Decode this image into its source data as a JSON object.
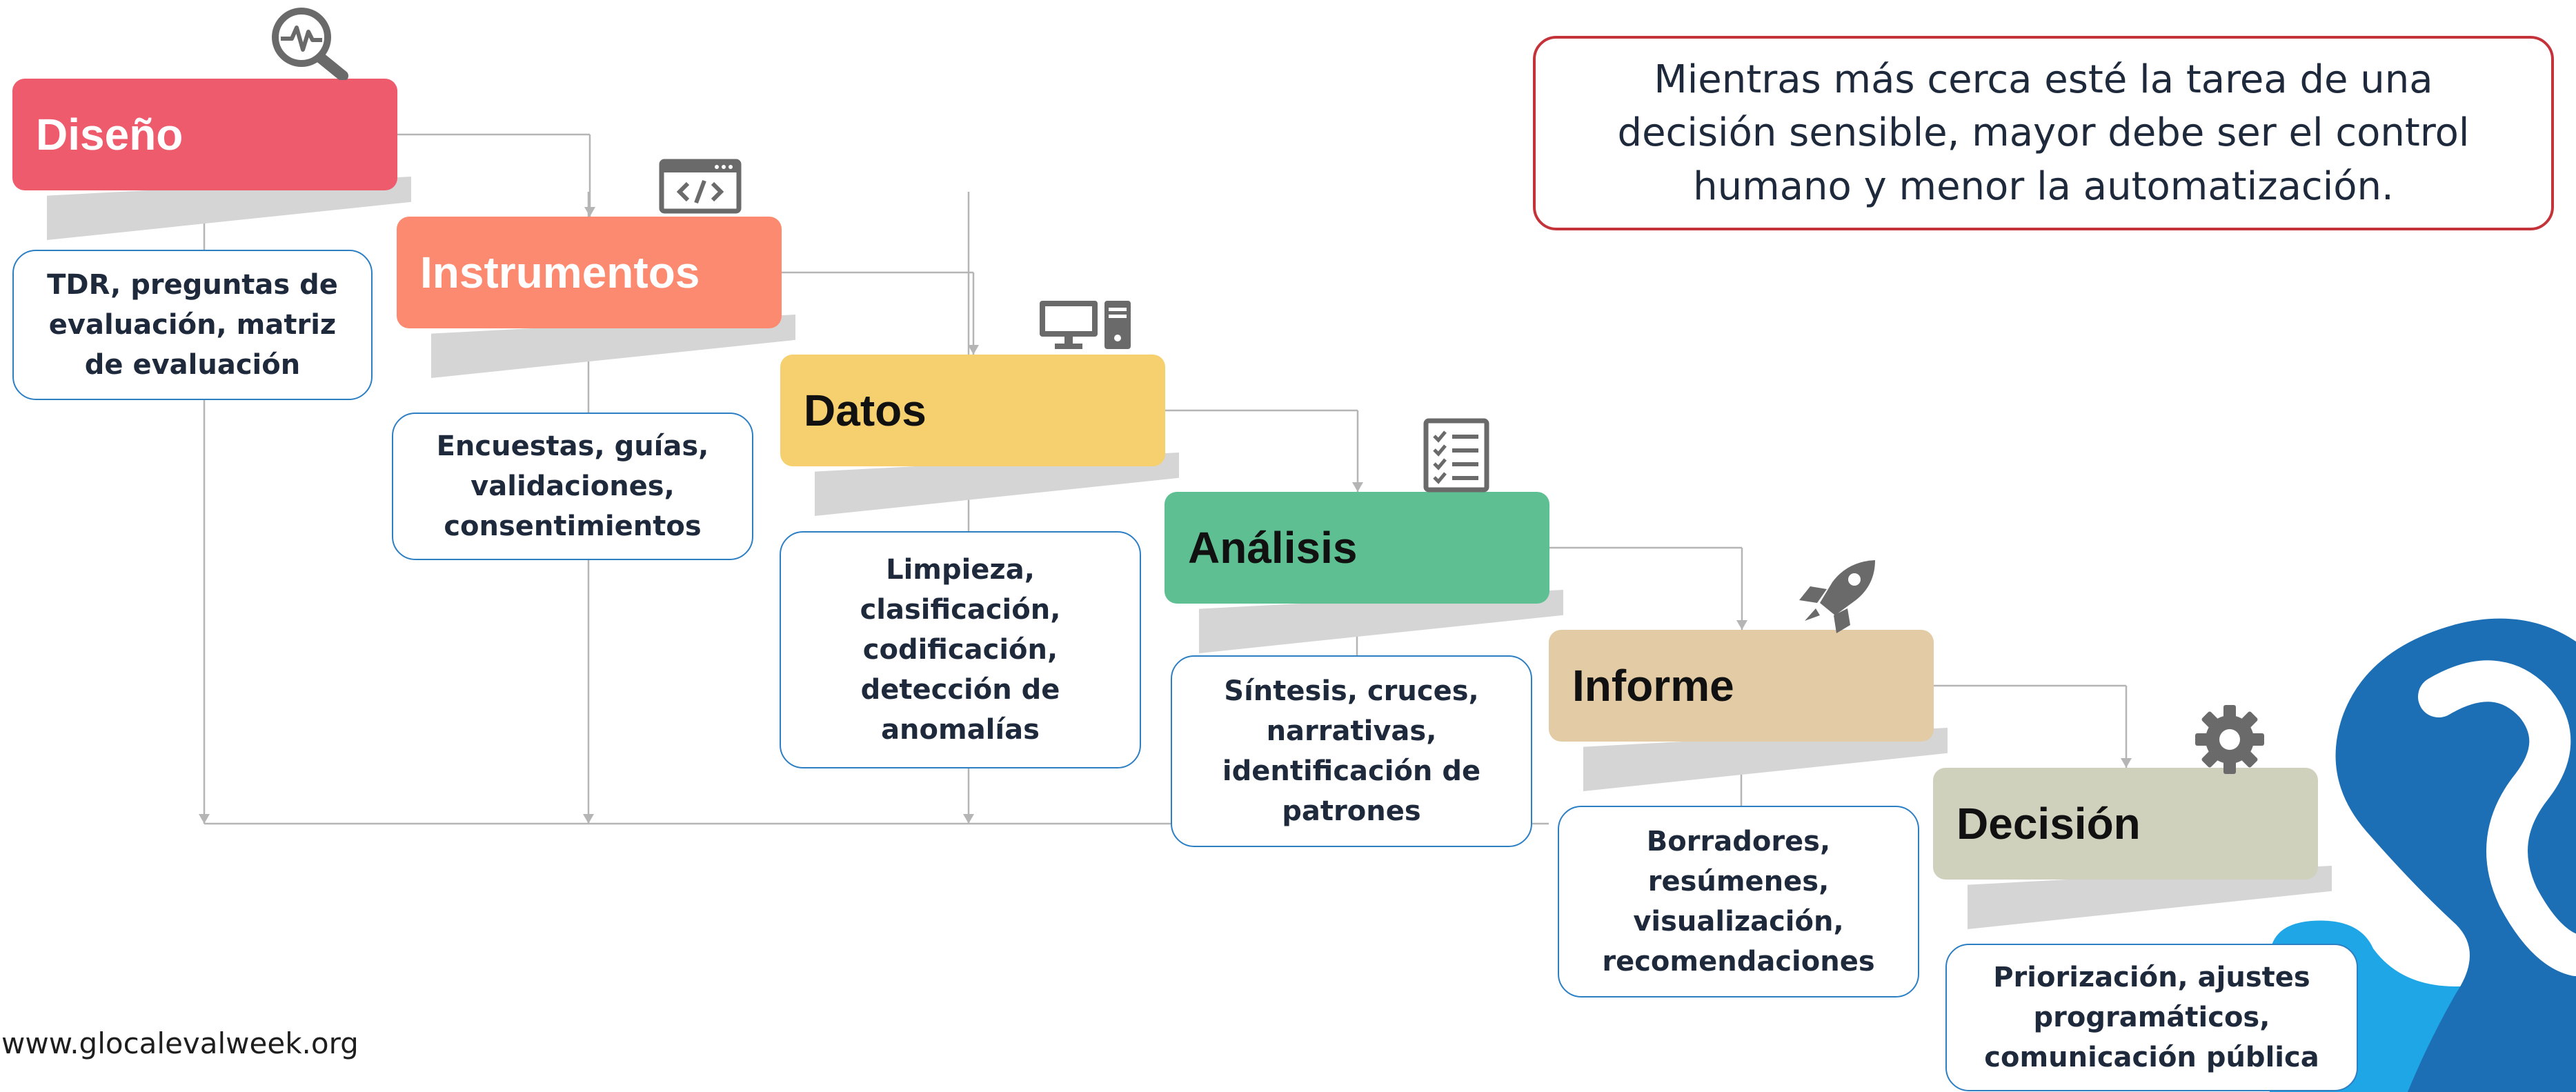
{
  "note": "Mientras más cerca esté la tarea de una\ndecisión sensible, mayor debe ser el control\nhumano y menor la automatización.",
  "website": "www.glocalevalweek.org",
  "stages": [
    {
      "label": "Diseño",
      "color": "#ee5b6c",
      "text_color": "#ffffff",
      "icon": "magnifier-pulse-icon",
      "description": "TDR, preguntas de\nevaluación, matriz\nde evaluación"
    },
    {
      "label": "Instrumentos",
      "color": "#fc8a70",
      "text_color": "#ffffff",
      "icon": "code-window-icon",
      "description": "Encuestas, guías,\nvalidaciones,\nconsentimientos"
    },
    {
      "label": "Datos",
      "color": "#f6d06e",
      "text_color": "#111111",
      "icon": "desktop-computer-icon",
      "description": "Limpieza,\nclasificación,\ncodificación,\ndetección de\nanomalías"
    },
    {
      "label": "Análisis",
      "color": "#5ec092",
      "text_color": "#111111",
      "icon": "checklist-icon",
      "description": "Síntesis, cruces,\nnarrativas,\nidentificación de\npatrones"
    },
    {
      "label": "Informe",
      "color": "#e2cba5",
      "text_color": "#111111",
      "icon": "rocket-icon",
      "description": "Borradores,\nresúmenes,\nvisualización,\nrecomendaciones"
    },
    {
      "label": "Decisión",
      "color": "#cfd1bd",
      "text_color": "#111111",
      "icon": "gear-icon",
      "description": "Priorización, ajustes\nprogramáticos,\ncomunicación pública"
    }
  ],
  "colors": {
    "connector": "#b5b5b5",
    "desc_border": "#2d7fc4",
    "note_border": "#c4333a",
    "deco_dark_blue": "#1d6fb5",
    "deco_light_blue": "#1ea6e6",
    "icon_gray": "#6a6a6a"
  }
}
